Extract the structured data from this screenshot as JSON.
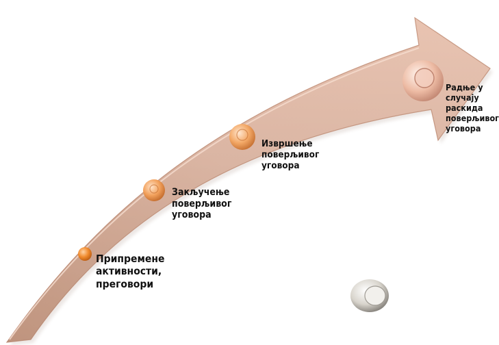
{
  "diagram": {
    "arrow_color": "#E3B9A4",
    "steps": [
      {
        "lines": [
          "Припремене",
          "активности,",
          "преговори"
        ],
        "marker_color": "#F08A2C"
      },
      {
        "lines": [
          "Закључење",
          "поверљивог",
          "уговора"
        ],
        "marker_color": "#F2A15C"
      },
      {
        "lines": [
          "Извршење",
          "поверљивог",
          "уговора"
        ],
        "marker_color": "#F3A866"
      },
      {
        "lines": [
          "Радње у",
          "случају",
          "раскида",
          "поверљивог",
          "уговора"
        ],
        "marker_color": "#E8A890"
      }
    ],
    "extra_marker_color": "#C9C4BB"
  }
}
